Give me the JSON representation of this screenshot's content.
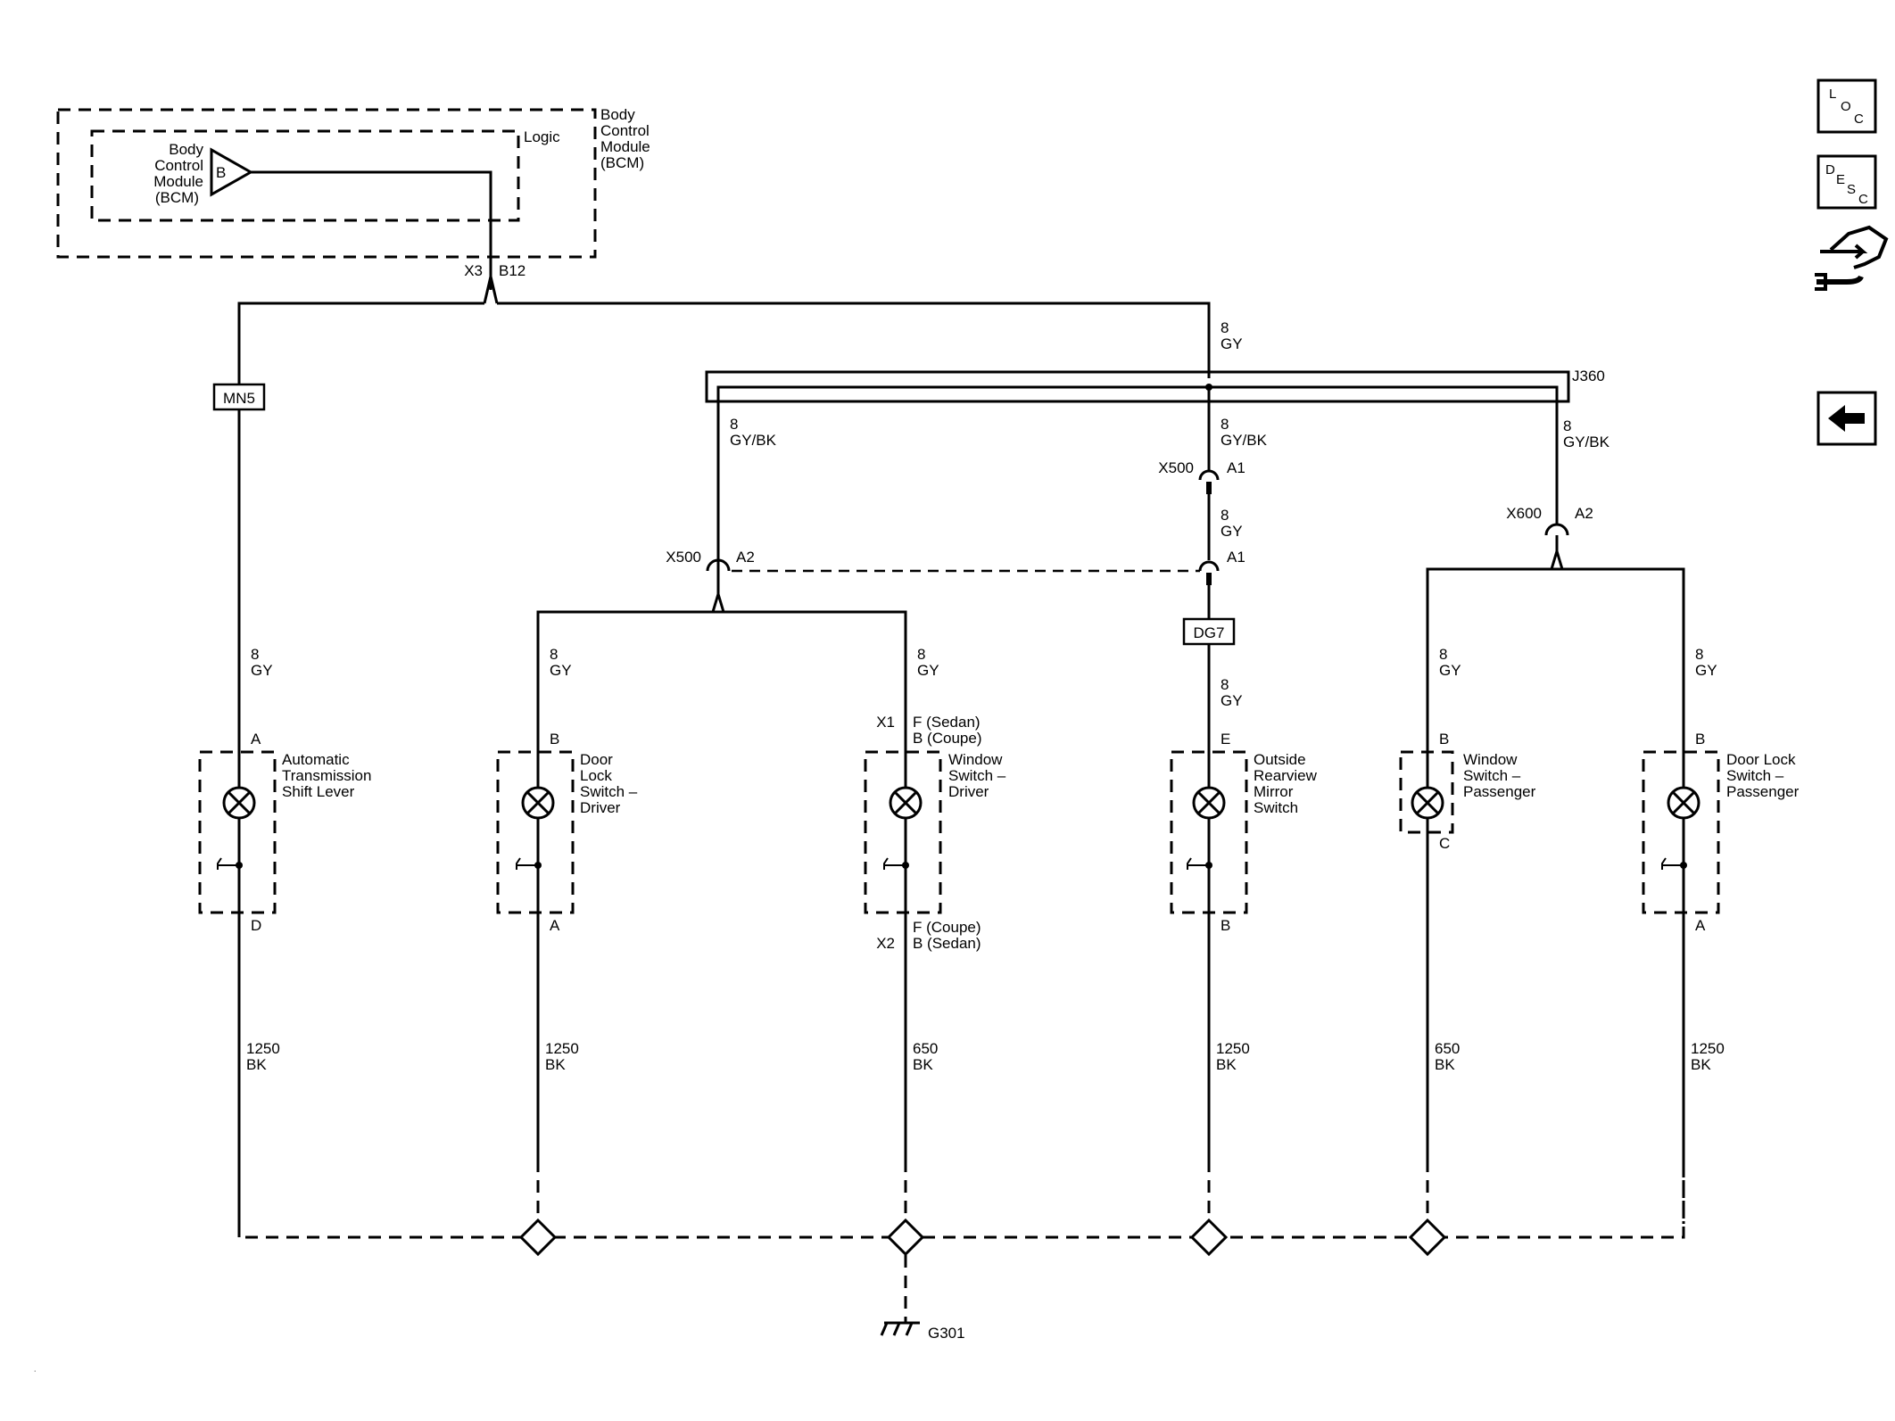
{
  "bcm": {
    "outer_label": [
      "Body",
      "Control",
      "Module",
      "(BCM)"
    ],
    "logic_label": "Logic",
    "inner_label": [
      "Body",
      "Control",
      "Module",
      "(BCM)"
    ],
    "pin": "B",
    "connector": "X3",
    "connector_pin": "B12"
  },
  "wires": {
    "main_right": [
      "8",
      "GY"
    ],
    "splice": "J360",
    "splice_left": [
      "8",
      "GY/BK"
    ],
    "splice_mid": [
      "8",
      "GY/BK"
    ],
    "splice_right": [
      "8",
      "GY/BK"
    ],
    "mid_between": [
      "8",
      "GY"
    ],
    "mid_below": [
      "8",
      "GY"
    ],
    "left_branch": [
      "8",
      "GY"
    ],
    "door_driver": [
      "8",
      "GY"
    ],
    "window_driver": [
      "8",
      "GY"
    ],
    "window_pass": [
      "8",
      "GY"
    ],
    "door_pass": [
      "8",
      "GY"
    ]
  },
  "connectors": {
    "x500_left": {
      "name": "X500",
      "pin": "A2"
    },
    "x500_mid_top": {
      "name": "X500",
      "pin": "A1"
    },
    "x500_mid_bot": {
      "pin": "A1"
    },
    "x600": {
      "name": "X600",
      "pin": "A2"
    },
    "mn5": "MN5",
    "dg7": "DG7"
  },
  "components": [
    {
      "id": "shift",
      "name": [
        "Automatic",
        "Transmission",
        "Shift Lever"
      ],
      "top_pin": "A",
      "bottom_pin": "D",
      "ground_wire": [
        "1250",
        "BK"
      ]
    },
    {
      "id": "door_driver",
      "name": [
        "Door",
        "Lock",
        "Switch –",
        "Driver"
      ],
      "top_pin": "B",
      "bottom_pin": "A",
      "ground_wire": [
        "1250",
        "BK"
      ]
    },
    {
      "id": "window_driver",
      "name": [
        "Window",
        "Switch –",
        "Driver"
      ],
      "top_x": "X1",
      "top_pin": [
        "F (Sedan)",
        "B (Coupe)"
      ],
      "bottom_x": "X2",
      "bottom_pin": [
        "F (Coupe)",
        "B (Sedan)"
      ],
      "ground_wire": [
        "650",
        "BK"
      ]
    },
    {
      "id": "mirror",
      "name": [
        "Outside",
        "Rearview",
        "Mirror",
        "Switch"
      ],
      "top_pin": "E",
      "bottom_pin": "B",
      "ground_wire": [
        "1250",
        "BK"
      ]
    },
    {
      "id": "window_pass",
      "name": [
        "Window",
        "Switch –",
        "Passenger"
      ],
      "top_pin": "B",
      "bottom_pin": "C",
      "ground_wire": [
        "650",
        "BK"
      ]
    },
    {
      "id": "door_pass",
      "name": [
        "Door Lock",
        "Switch –",
        "Passenger"
      ],
      "top_pin": "B",
      "bottom_pin": "A",
      "ground_wire": [
        "1250",
        "BK"
      ]
    }
  ],
  "ground": "G301",
  "nav": {
    "loc": [
      "L",
      "O",
      "C"
    ],
    "desc": [
      "D",
      "E",
      "S",
      "C"
    ],
    "connector_icon": "connector-wrench-icon",
    "back_icon": "back-arrow-icon"
  }
}
